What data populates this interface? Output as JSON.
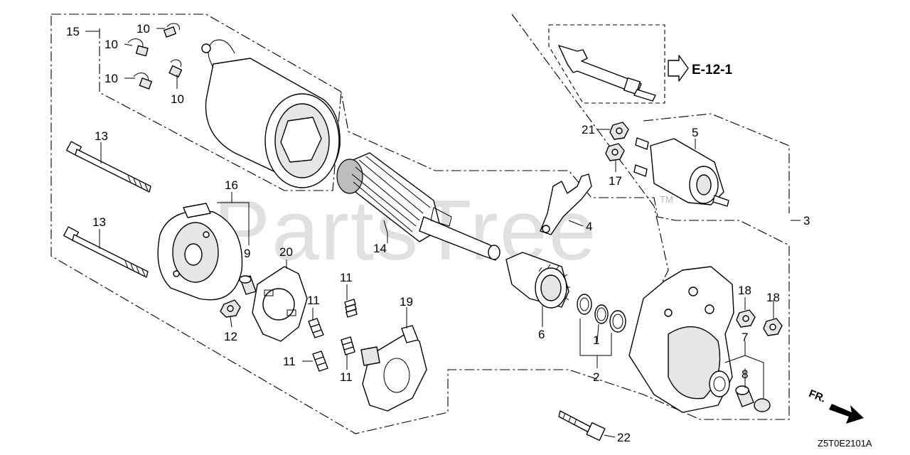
{
  "diagram": {
    "watermark": "PartsTree",
    "watermark_tm": "TM",
    "reference_label": "E-12-1",
    "drawing_code": "Z5T0E2101A",
    "front_label": "FR.",
    "callouts": {
      "c1": "1",
      "c2": "2",
      "c3": "3",
      "c4": "4",
      "c5": "5",
      "c6": "6",
      "c7": "7",
      "c8": "8",
      "c9": "9",
      "c10a": "10",
      "c10b": "10",
      "c10c": "10",
      "c10d": "10",
      "c11a": "11",
      "c11b": "11",
      "c11c": "11",
      "c11d": "11",
      "c12": "12",
      "c13a": "13",
      "c13b": "13",
      "c14": "14",
      "c15": "15",
      "c16": "16",
      "c17": "17",
      "c18a": "18",
      "c18b": "18",
      "c19": "19",
      "c20": "20",
      "c21": "21",
      "c22": "22"
    }
  }
}
